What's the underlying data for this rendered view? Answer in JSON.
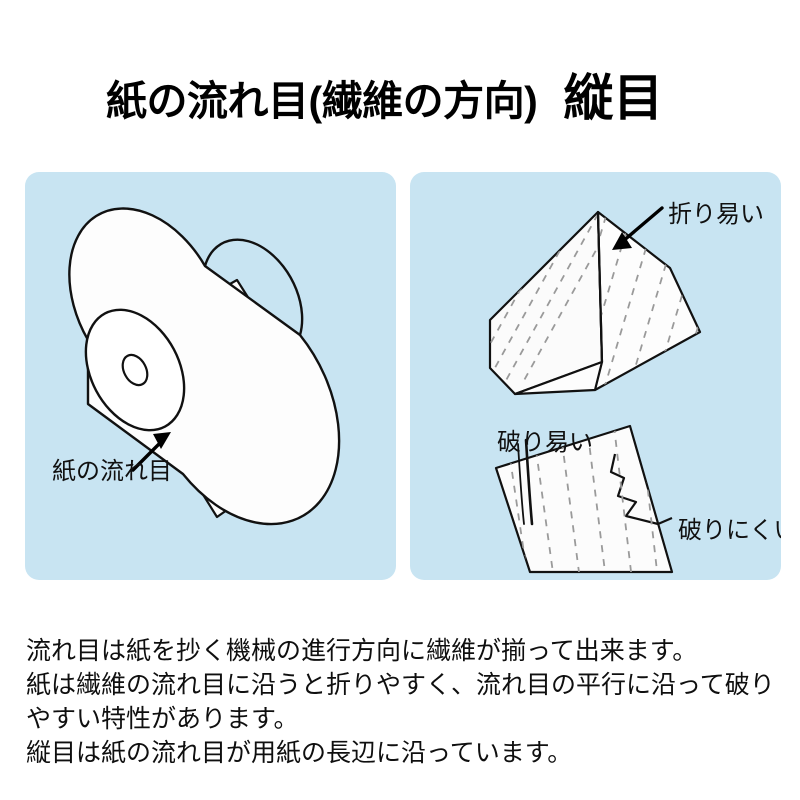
{
  "title": {
    "main": "紙の流れ目(繊維の方向)",
    "accent": "縦目"
  },
  "panels": {
    "left": {
      "label_grain": "紙の流れ目",
      "illustration": "paper-roll-with-unrolled-web",
      "icons": [
        "paper-roll-cylinder",
        "roll-core-hole",
        "grain-pointer-arrow"
      ]
    },
    "right": {
      "label_fold_easy": "折り易い",
      "label_tear_easy": "破り易い",
      "label_tear_hard": "破りにくい",
      "illustration": "folded-sheet-and-torn-sheet",
      "icons": [
        "fold-crease-line",
        "fold-pointer-arrow",
        "clean-tear-line",
        "ragged-tear-edge"
      ]
    }
  },
  "body": {
    "lines": [
      "流れ目は紙を抄く機械の進行方向に繊維が揃って出来ます。",
      "紙は繊維の流れ目に沿うと折りやすく、流れ目の平行に沿って破りやすい特性があります。",
      "縦目は紙の流れ目が用紙の長辺に沿っています。"
    ]
  },
  "colors": {
    "page_background": "#ffffff",
    "panel_background": "#c8e4f2",
    "paper_fill": "#fcfcfc",
    "outline": "#111111",
    "grain_dash": "#9a9a9a",
    "text": "#0f0f0f"
  }
}
